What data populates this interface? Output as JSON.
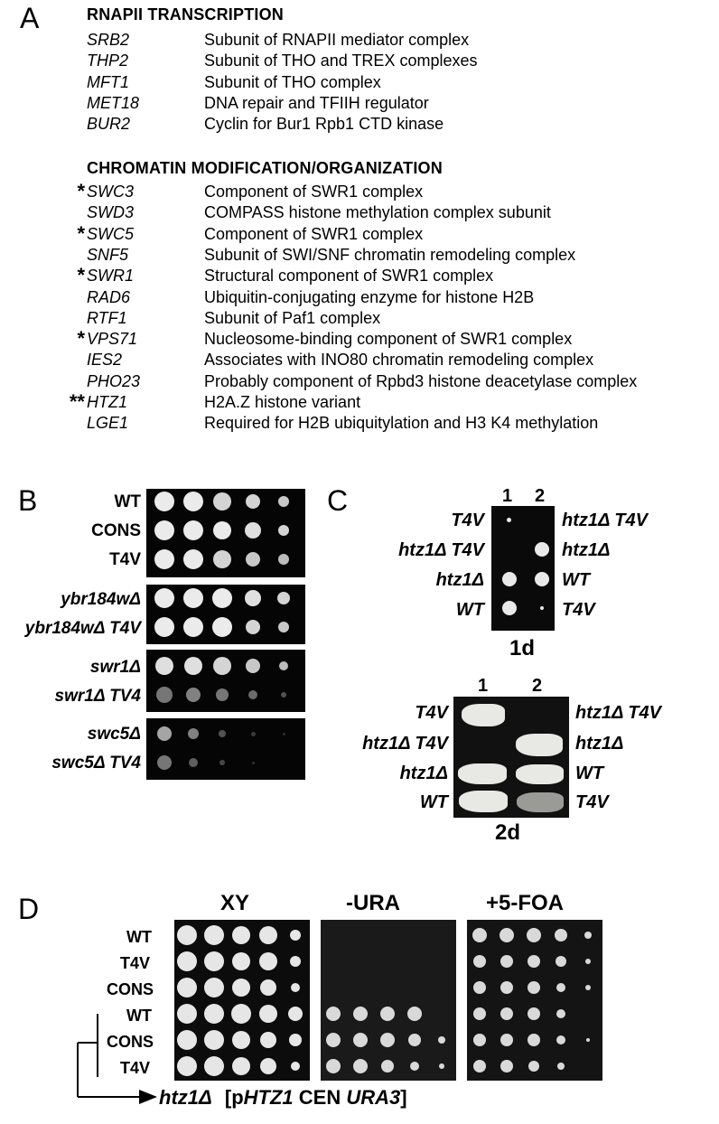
{
  "panel_a": {
    "letter": "A",
    "sections": [
      {
        "title": "RNAPII TRANSCRIPTION",
        "genes": [
          {
            "star": "",
            "name": "SRB2",
            "desc": "Subunit of RNAPII mediator complex"
          },
          {
            "star": "",
            "name": "THP2",
            "desc": "Subunit of  THO and TREX complexes"
          },
          {
            "star": "",
            "name": "MFT1",
            "desc": "Subunit of  THO complex"
          },
          {
            "star": "",
            "name": "MET18",
            "desc": "DNA repair and TFIIH regulator"
          },
          {
            "star": "",
            "name": "BUR2",
            "desc": "Cyclin for Bur1 Rpb1 CTD kinase"
          }
        ]
      },
      {
        "title": "CHROMATIN MODIFICATION/ORGANIZATION",
        "genes": [
          {
            "star": "*",
            "name": "SWC3",
            "desc": "Component of  SWR1 complex"
          },
          {
            "star": "",
            "name": "SWD3",
            "desc": "COMPASS histone methylation complex subunit"
          },
          {
            "star": "*",
            "name": "SWC5",
            "desc": "Component of  SWR1 complex"
          },
          {
            "star": "",
            "name": "SNF5",
            "desc": "Subunit of  SWI/SNF chromatin remodeling complex"
          },
          {
            "star": "*",
            "name": "SWR1",
            "desc": "Structural component of SWR1 complex"
          },
          {
            "star": "",
            "name": "RAD6",
            "desc": "Ubiquitin-conjugating enzyme for histone H2B"
          },
          {
            "star": "",
            "name": "RTF1",
            "desc": "Subunit of Paf1 complex"
          },
          {
            "star": "*",
            "name": "VPS71",
            "desc": "Nucleosome-binding component of SWR1 complex"
          },
          {
            "star": "",
            "name": "IES2",
            "desc": "Associates with INO80 chromatin remodeling complex"
          },
          {
            "star": "",
            "name": "PHO23",
            "desc": "Probably component of Rpbd3 histone deacetylase complex"
          },
          {
            "star": "**",
            "name": "HTZ1",
            "desc": "H2A.Z histone variant"
          },
          {
            "star": "",
            "name": "LGE1",
            "desc": "Required for H2B ubiquitylation and H3 K4 methylation"
          }
        ]
      }
    ]
  },
  "panel_b": {
    "letter": "B",
    "rows": [
      "WT",
      "CONS",
      "T4V",
      "ybr184wΔ",
      "ybr184wΔ T4V",
      "swr1Δ",
      "swr1Δ TV4",
      "swc5Δ",
      "swc5Δ TV4"
    ]
  },
  "panel_c": {
    "letter": "C",
    "columns": [
      "1",
      "2"
    ],
    "plate_1d": {
      "day": "1d",
      "left": [
        "T4V",
        "htz1Δ T4V",
        "htz1Δ",
        "WT"
      ],
      "right": [
        "htz1Δ T4V",
        "htz1Δ",
        "WT",
        "T4V"
      ]
    },
    "plate_2d": {
      "day": "2d",
      "left": [
        "T4V",
        "htz1Δ T4V",
        "htz1Δ",
        "WT"
      ],
      "right": [
        "htz1Δ T4V",
        "htz1Δ",
        "WT",
        "T4V"
      ]
    }
  },
  "panel_d": {
    "letter": "D",
    "headers": [
      "XY",
      "-URA",
      "+5-FOA"
    ],
    "rows": [
      "WT",
      "T4V",
      "CONS",
      "WT",
      "CONS",
      "T4V"
    ],
    "footer": {
      "strain": "htz1Δ",
      "open": "[p",
      "plasmid_gene": "HTZ1",
      "cen": " CEN ",
      "marker": "URA3",
      "close": "]"
    }
  }
}
